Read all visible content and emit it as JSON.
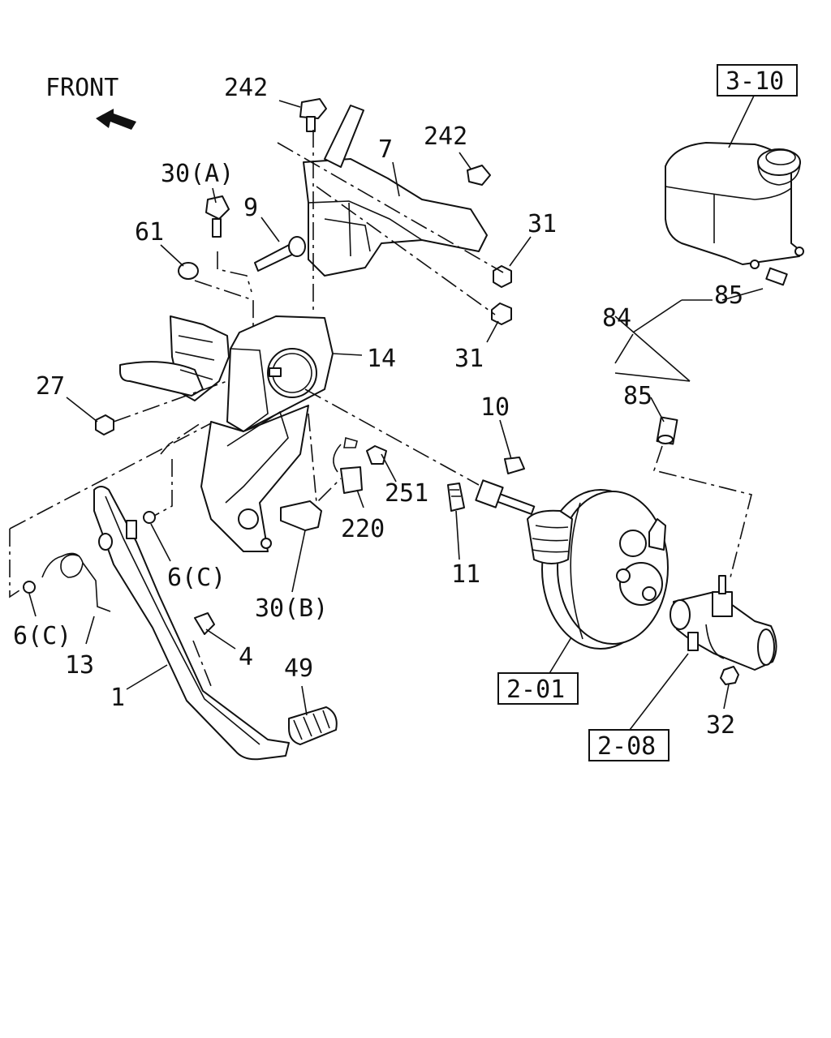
{
  "front_label": "FRONT",
  "callouts": {
    "c242a": "242",
    "c242b": "242",
    "c7": "7",
    "c30a": "30(A)",
    "c9": "9",
    "c61": "61",
    "c31a": "31",
    "c31b": "31",
    "c14": "14",
    "c27": "27",
    "c10": "10",
    "c251": "251",
    "c220": "220",
    "c11": "11",
    "c6c_a": "6(C)",
    "c6c_b": "6(C)",
    "c30b": "30(B)",
    "c13": "13",
    "c4": "4",
    "c49": "49",
    "c1": "1",
    "c84": "84",
    "c85a": "85",
    "c85b": "85",
    "c32": "32"
  },
  "references": {
    "r310": "3-10",
    "r201": "2-01",
    "r208": "2-08"
  }
}
